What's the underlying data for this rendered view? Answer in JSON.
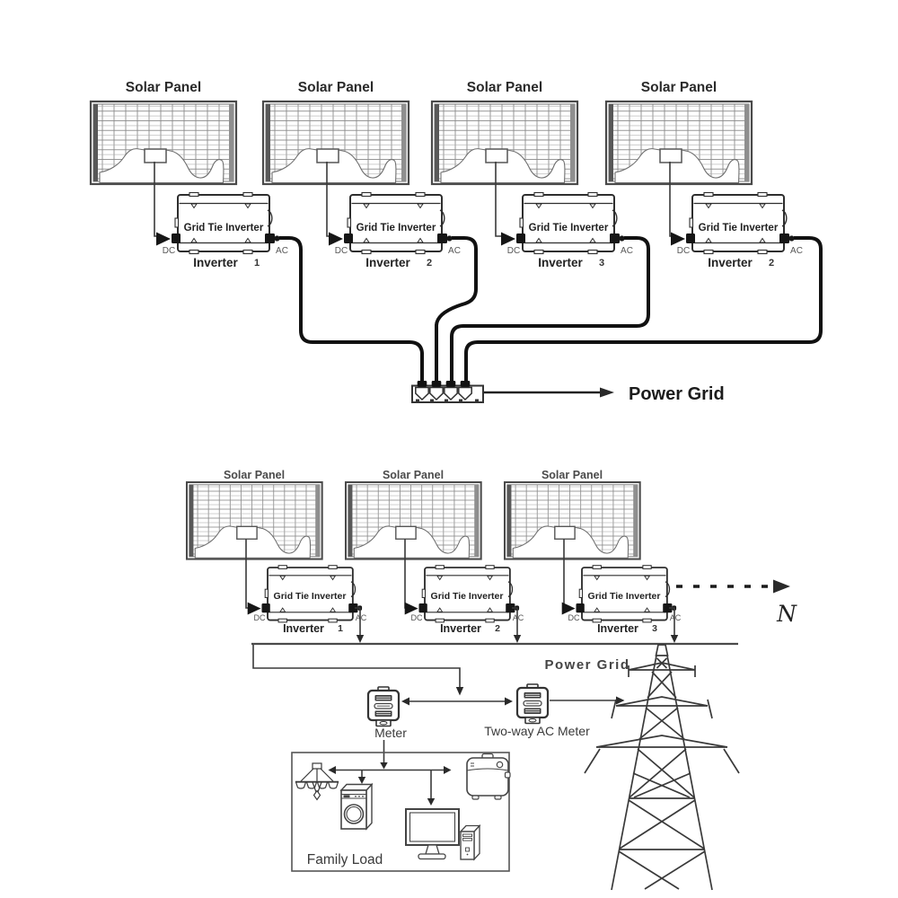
{
  "colors": {
    "line": "#3a3a3a",
    "cable": "#111111",
    "text": "#2f2f2f"
  },
  "top_system": {
    "panels": [
      {
        "label": "Solar Panel"
      },
      {
        "label": "Solar Panel"
      },
      {
        "label": "Solar Panel"
      },
      {
        "label": "Solar Panel"
      }
    ],
    "inverter_title": "Grid Tie Inverter",
    "inverter_caption": "Inverter",
    "dc_port": "DC",
    "ac_port": "AC",
    "inverter_numbers": [
      "1",
      "2",
      "3",
      "2"
    ],
    "output_label": "Power Grid"
  },
  "bottom_system": {
    "panels": [
      {
        "label": "Solar Panel"
      },
      {
        "label": "Solar Panel"
      },
      {
        "label": "Solar Panel"
      }
    ],
    "inverter_title": "Grid Tie Inverter",
    "inverter_caption": "Inverter",
    "dc_port": "DC",
    "ac_port": "AC",
    "inverter_numbers": [
      "1",
      "2",
      "3"
    ],
    "grid_label": "Power  Grid",
    "meter_label": "Meter",
    "two_way_meter_label": "Two-way AC Meter",
    "family_load_label": "Family Load",
    "north_label": "N"
  }
}
